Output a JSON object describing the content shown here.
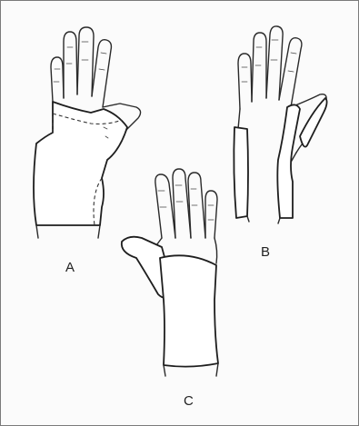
{
  "figure": {
    "labels": {
      "a": "A",
      "b": "B",
      "c": "C"
    },
    "colors": {
      "ink": "#2a2a2a",
      "background": "#fbfbfb",
      "border": "#7a7a7a"
    }
  }
}
